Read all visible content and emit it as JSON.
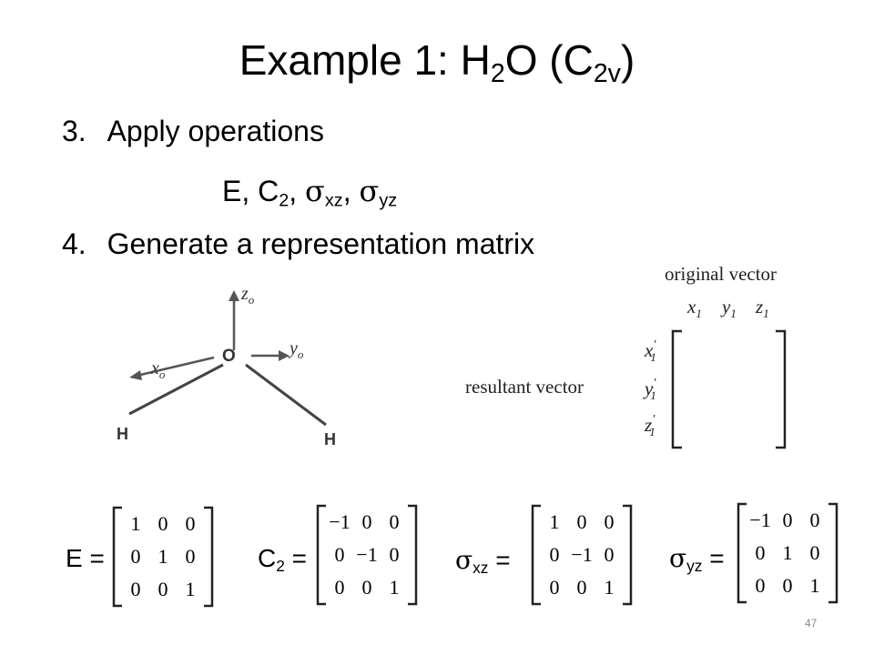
{
  "slide": {
    "title_prefix": "Example 1: H",
    "title_sub1": "2",
    "title_mid": "O (C",
    "title_sub2": "2v",
    "title_suffix": ")",
    "step3_number": "3.",
    "step3_text": "Apply operations",
    "ops_e": "E, C",
    "ops_sub": "2",
    "ops_sep": ", ",
    "sigma": "σ",
    "xz": "xz",
    "yz": "yz",
    "step4_number": "4.",
    "step4_text": "Generate a representation matrix",
    "page_number": "47"
  },
  "diagram": {
    "z_label": "z",
    "y_label": "y",
    "x_label": "x",
    "axis_sub": "o",
    "o_label": "O",
    "h_left": "H",
    "h_right": "H"
  },
  "vector_table": {
    "original_vector": "original vector",
    "resultant_vector": "resultant vector",
    "col1": "x",
    "col2": "y",
    "col3": "z",
    "idx": "1",
    "prime": "′"
  },
  "matrices": [
    {
      "label": "E",
      "label_sub": "",
      "sigma": false,
      "values": [
        [
          "1",
          "0",
          "0"
        ],
        [
          "0",
          "1",
          "0"
        ],
        [
          "0",
          "0",
          "1"
        ]
      ]
    },
    {
      "label": "C",
      "label_sub": "2",
      "sigma": false,
      "values": [
        [
          "−1",
          "0",
          "0"
        ],
        [
          "0",
          "−1",
          "0"
        ],
        [
          "0",
          "0",
          "1"
        ]
      ]
    },
    {
      "label": "σ",
      "label_sub": "xz",
      "sigma": true,
      "values": [
        [
          "1",
          "0",
          "0"
        ],
        [
          "0",
          "−1",
          "0"
        ],
        [
          "0",
          "0",
          "1"
        ]
      ]
    },
    {
      "label": "σ",
      "label_sub": "yz",
      "sigma": true,
      "values": [
        [
          "−1",
          "0",
          "0"
        ],
        [
          "0",
          "1",
          "0"
        ],
        [
          "0",
          "0",
          "1"
        ]
      ]
    }
  ],
  "equals": "="
}
